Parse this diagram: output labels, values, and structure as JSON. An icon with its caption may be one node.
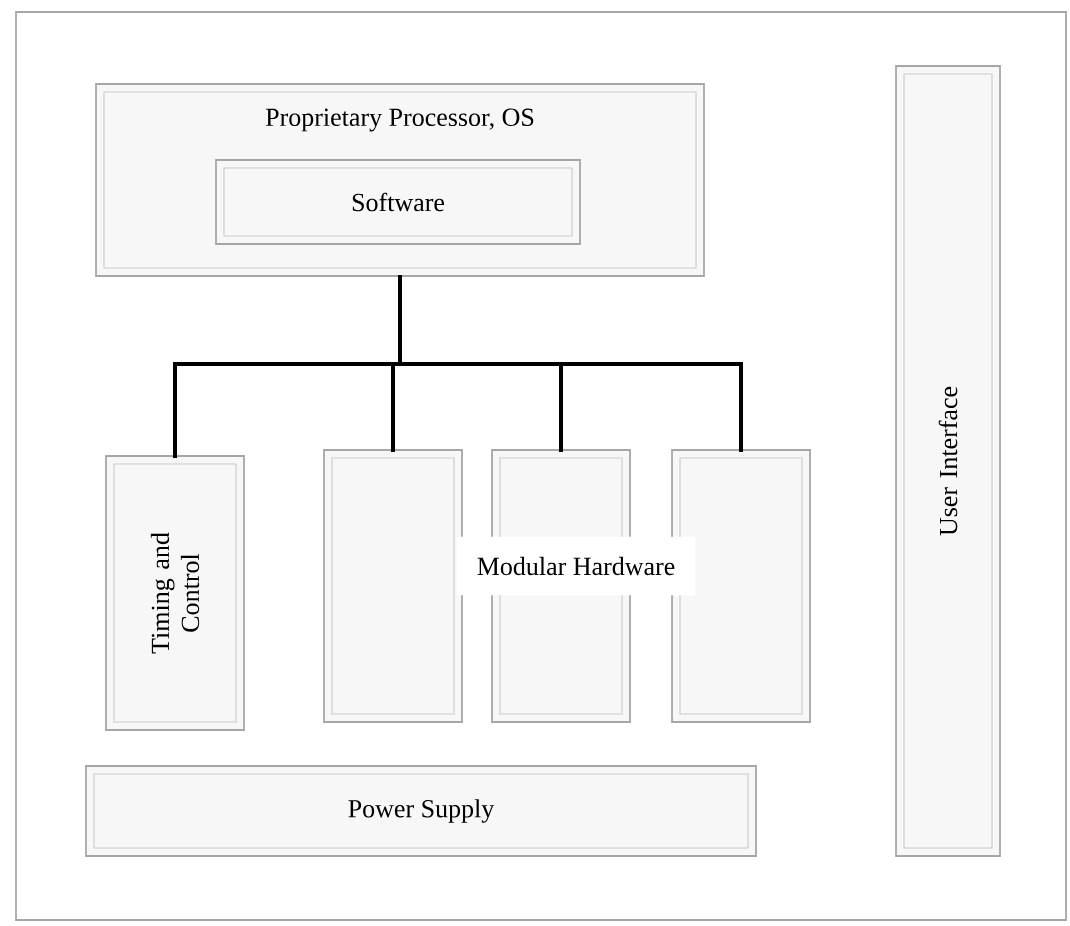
{
  "diagram": {
    "nodes": [
      {
        "text": [],
        "shape": "box"
      },
      {
        "text": [
          "Proprietary Processor, OS"
        ],
        "in": 0
      },
      {
        "text": [
          "Software"
        ],
        "in": 1
      },
      {
        "text": [
          "Timing and Control"
        ],
        "in": 0
      },
      {
        "text": [],
        "shape": "box",
        "in": 0
      },
      {
        "text": [],
        "shape": "box",
        "in": 0
      },
      {
        "text": [],
        "shape": "box",
        "in": 0
      },
      {
        "text": [
          "Power Supply"
        ],
        "in": 0
      },
      {
        "text": [
          "User Interface"
        ],
        "in": 0
      }
    ],
    "edges": [
      {
        "from": 1,
        "to": 3,
        "arrow": "none"
      },
      {
        "from": 1,
        "to": 4,
        "arrow": "none"
      },
      {
        "from": 1,
        "to": 5,
        "arrow": "none"
      },
      {
        "from": 1,
        "to": 6,
        "arrow": "none"
      }
    ],
    "labels": [
      "Modular Hardware"
    ]
  }
}
